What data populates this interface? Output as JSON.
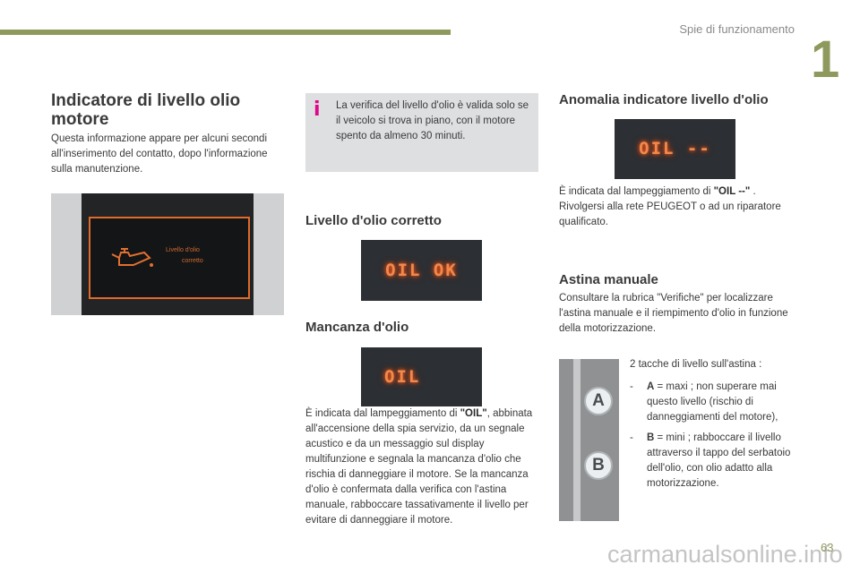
{
  "header": {
    "section_title": "Spie di funzionamento",
    "chapter_number": "1"
  },
  "left": {
    "title": "Indicatore di livello olio motore",
    "text": "Questa informazione appare per alcuni secondi all'inserimento del contatto, dopo l'informazione sulla manutenzione.",
    "display_text_1": "Livello d'olio",
    "display_text_2": "corretto"
  },
  "info": {
    "icon": "i",
    "text": "La verifica del livello d'olio è valida solo se il veicolo si trova in piano, con il motore spento da almeno 30 minuti."
  },
  "correct": {
    "title": "Livello d'olio corretto",
    "display": "OIL OK"
  },
  "low": {
    "title": "Mancanza d'olio",
    "display": "OIL",
    "text_pre": "È indicata dal lampeggiamento di ",
    "text_bold": "\"OIL\"",
    "text_post": ", abbinata all'accensione della spia servizio, da un segnale acustico e da un messaggio sul display multifunzione e segnala la mancanza d'olio che rischia di danneggiare il motore. Se la mancanza d'olio è confermata dalla verifica con l'astina manuale, rabboccare tassativamente il livello per evitare di danneggiare il motore."
  },
  "fault": {
    "title": "Anomalia indicatore livello d'olio",
    "display": "OIL --",
    "text_pre": "È indicata dal lampeggiamento di ",
    "text_bold": "\"OIL --\"",
    "text_post": " . Rivolgersi alla rete PEUGEOT o ad un riparatore qualificato."
  },
  "dipstick": {
    "title": "Astina manuale",
    "text": "Consultare la rubrica \"Verifiche\" per localizzare l'astina manuale e il riempimento d'olio in funzione della motorizzazione.",
    "marks_intro": "2 tacche di livello sull'astina :",
    "items": [
      {
        "dash": "-",
        "key": "A",
        "text": " = maxi ; non superare mai questo livello (rischio di danneggiamenti del motore),"
      },
      {
        "dash": "-",
        "key": "B",
        "text": " = mini ; rabboccare il livello attraverso il tappo del serbatoio dell'olio, con olio adatto alla motorizzazione."
      }
    ],
    "label_a": "A",
    "label_b": "B"
  },
  "footer": {
    "page_number": "63",
    "watermark": "carmanualsonline.info"
  }
}
